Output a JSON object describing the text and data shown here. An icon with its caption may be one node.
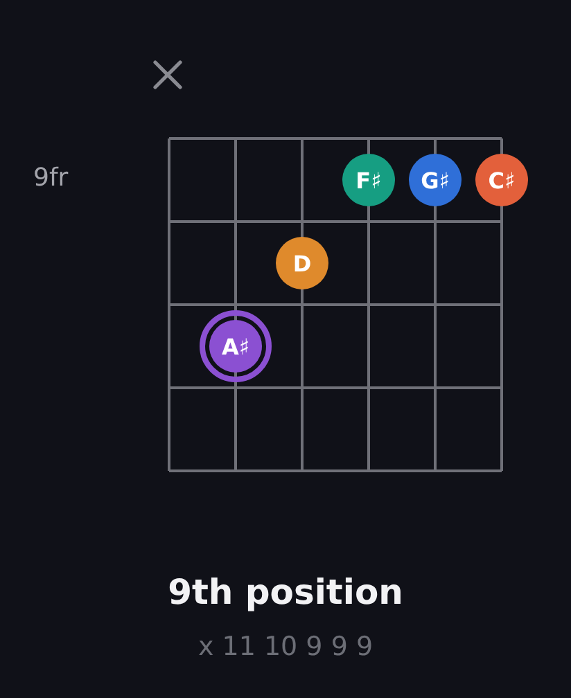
{
  "diagram": {
    "title": "9th position",
    "caption": "x 11 10 9 9 9",
    "nodes": [
      {
        "text": [
          "F♯"
        ]
      },
      {
        "text": [
          "G♯"
        ]
      },
      {
        "text": [
          "C♯"
        ]
      },
      {
        "text": [
          "D"
        ]
      },
      {
        "text": [
          "A♯"
        ]
      }
    ],
    "labels": [
      "9fr"
    ]
  }
}
